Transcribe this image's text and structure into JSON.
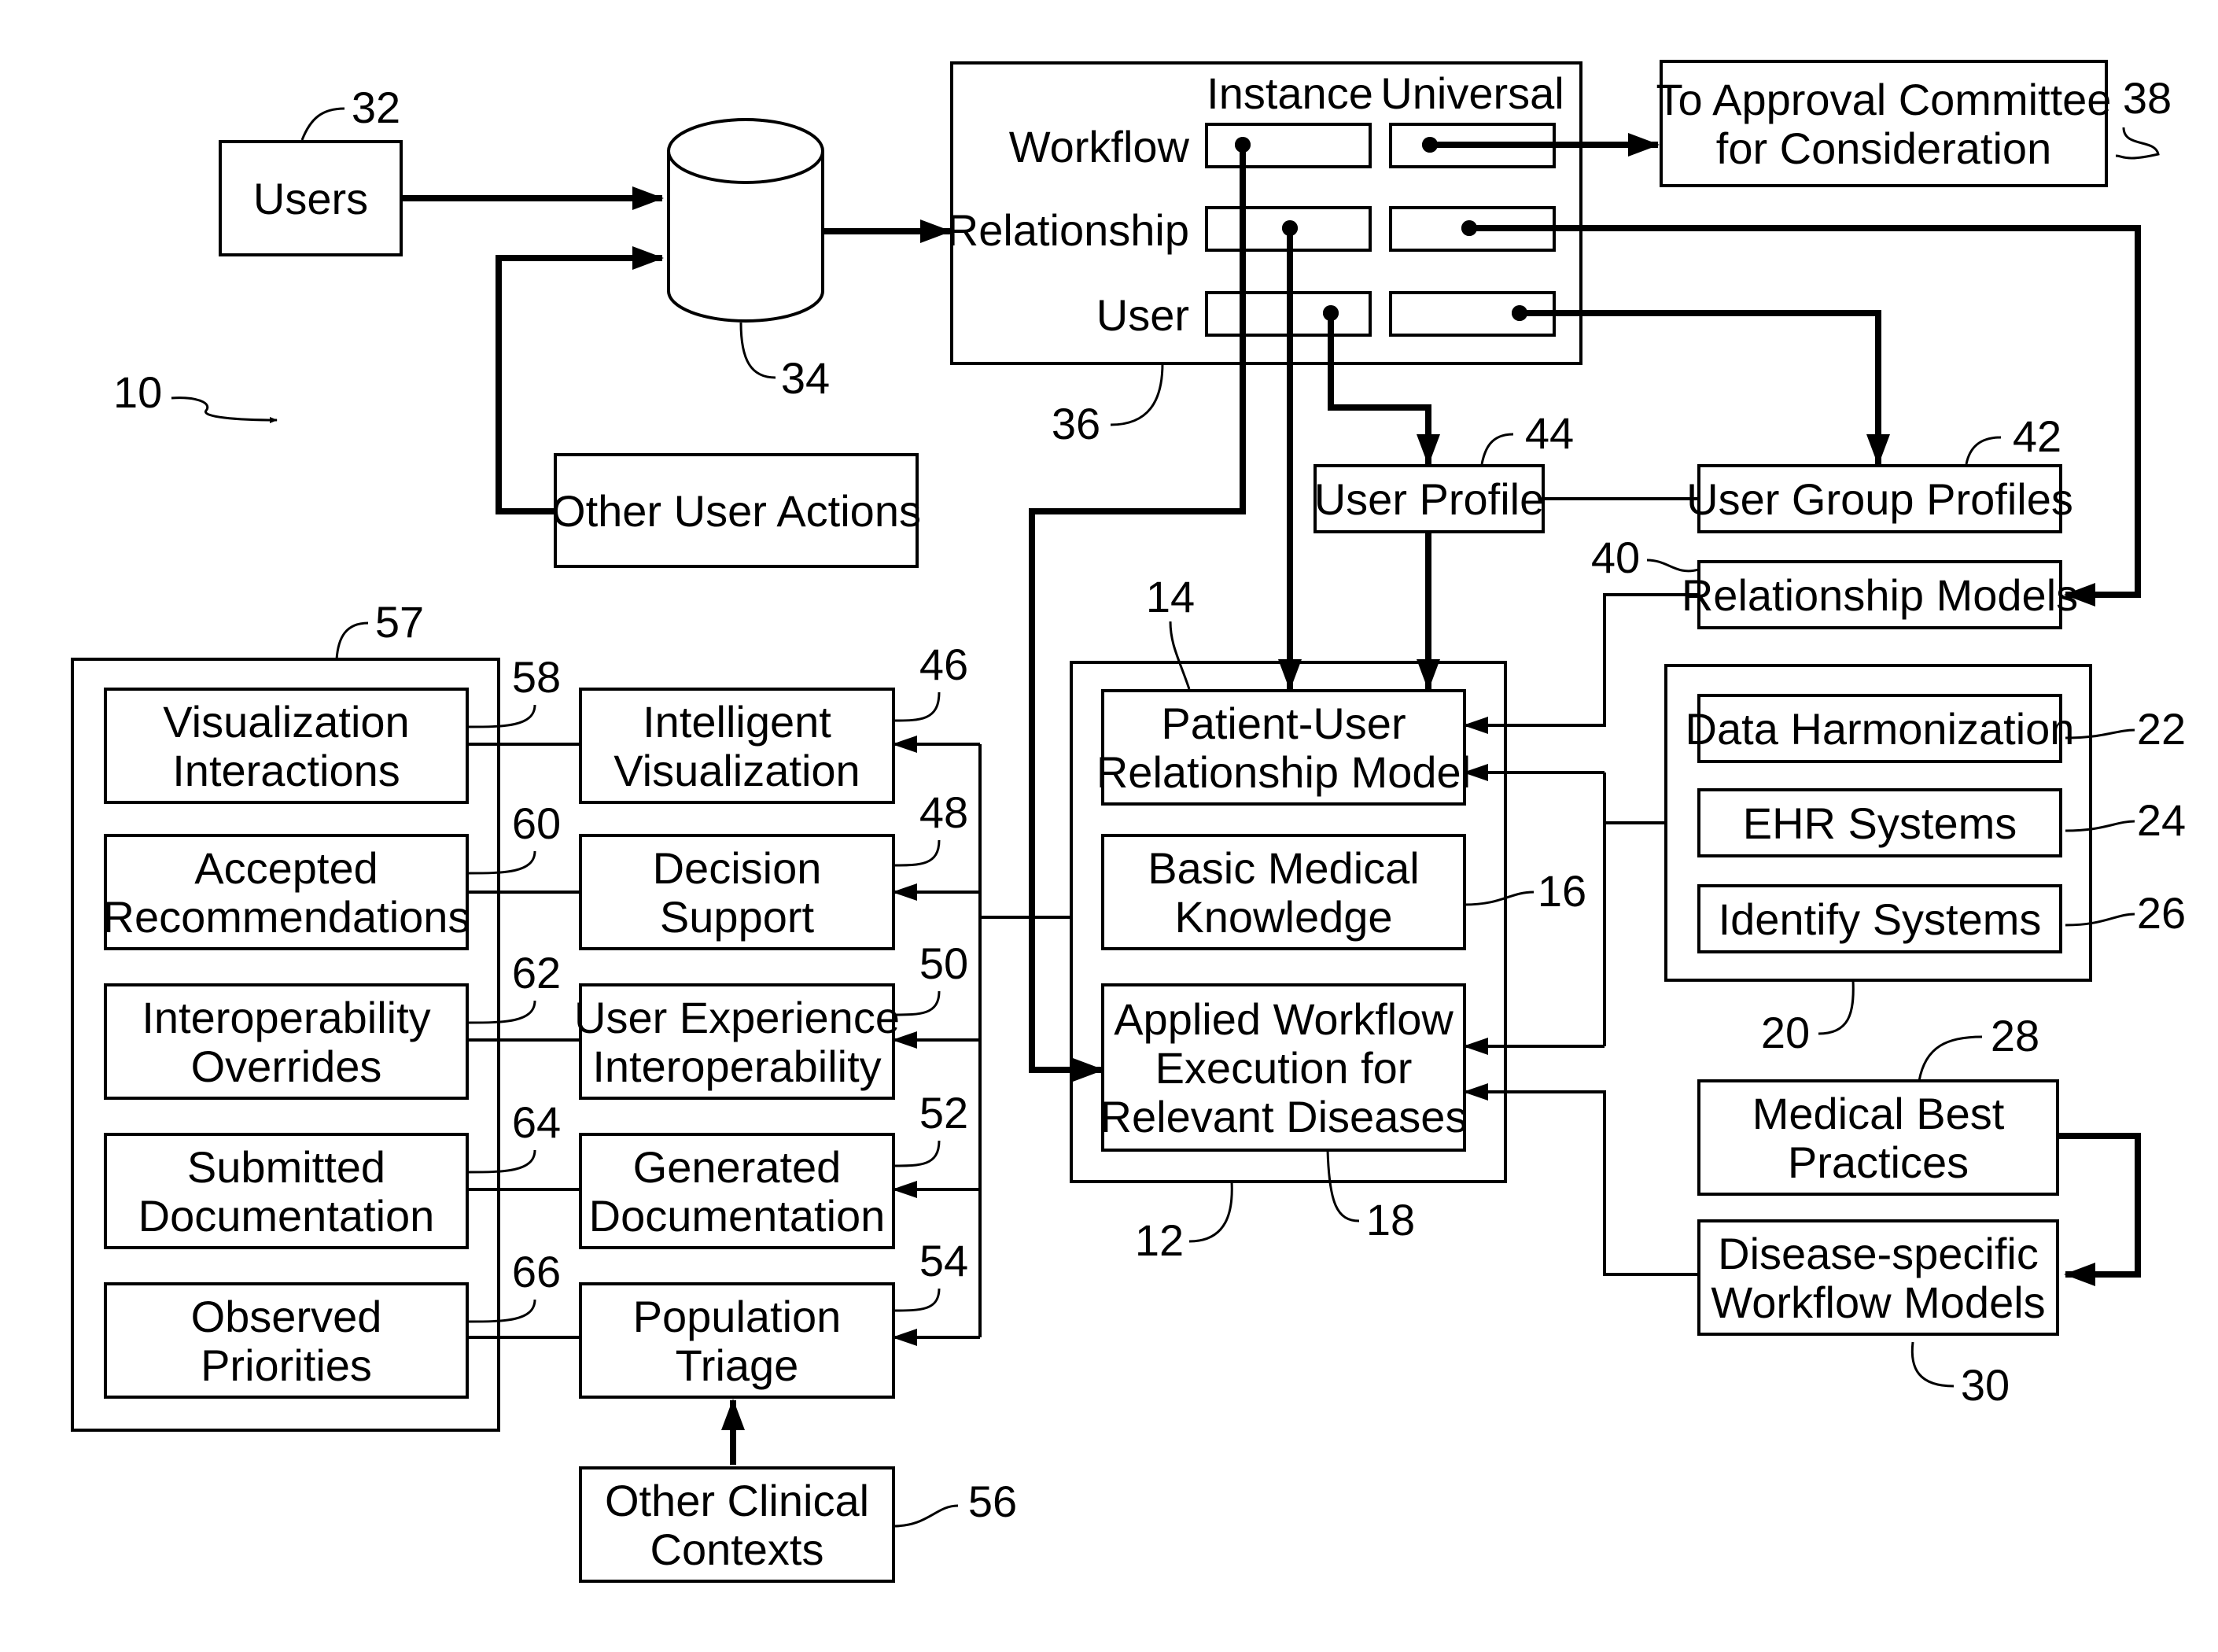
{
  "figure_number": "10",
  "nodes": {
    "users": {
      "lines": [
        "Users"
      ],
      "ref": "32"
    },
    "database": {
      "ref": "34"
    },
    "other_user_actions": {
      "lines": [
        "Other User Actions"
      ]
    },
    "settings_panel": {
      "ref": "36",
      "col_instance": "Instance",
      "col_universal": "Universal",
      "row_workflow": "Workflow",
      "row_relationship": "Relationship",
      "row_user": "User"
    },
    "approval_committee": {
      "lines": [
        "To Approval Committee",
        "for Consideration"
      ],
      "ref": "38"
    },
    "user_profile": {
      "lines": [
        "User Profile"
      ],
      "ref": "44"
    },
    "user_group_profiles": {
      "lines": [
        "User Group Profiles"
      ],
      "ref": "42"
    },
    "relationship_models": {
      "lines": [
        "Relationship Models"
      ],
      "ref": "40"
    },
    "core_container": {
      "ref": "12"
    },
    "patient_user_model": {
      "lines": [
        "Patient-User",
        "Relationship Model"
      ],
      "ref": "14"
    },
    "basic_medical_knowledge": {
      "lines": [
        "Basic Medical",
        "Knowledge"
      ],
      "ref": "16"
    },
    "applied_workflow": {
      "lines": [
        "Applied Workflow",
        "Execution for",
        "Relevant Diseases"
      ],
      "ref": "18"
    },
    "data_container": {
      "ref": "20"
    },
    "data_harmonization": {
      "lines": [
        "Data Harmonization"
      ],
      "ref": "22"
    },
    "ehr_systems": {
      "lines": [
        "EHR Systems"
      ],
      "ref": "24"
    },
    "identify_systems": {
      "lines": [
        "Identify Systems"
      ],
      "ref": "26"
    },
    "medical_best_practices": {
      "lines": [
        "Medical Best",
        "Practices"
      ],
      "ref": "28"
    },
    "disease_workflow_models": {
      "lines": [
        "Disease-specific",
        "Workflow Models"
      ],
      "ref": "30"
    },
    "intelligent_visualization": {
      "lines": [
        "Intelligent",
        "Visualization"
      ],
      "ref": "46"
    },
    "decision_support": {
      "lines": [
        "Decision",
        "Support"
      ],
      "ref": "48"
    },
    "user_experience": {
      "lines": [
        "User Experience",
        "Interoperability"
      ],
      "ref": "50"
    },
    "generated_documentation": {
      "lines": [
        "Generated",
        "Documentation"
      ],
      "ref": "52"
    },
    "population_triage": {
      "lines": [
        "Population",
        "Triage"
      ],
      "ref": "54"
    },
    "other_clinical_contexts": {
      "lines": [
        "Other Clinical",
        "Contexts"
      ],
      "ref": "56"
    },
    "feedback_container": {
      "ref": "57"
    },
    "visualization_interactions": {
      "lines": [
        "Visualization",
        "Interactions"
      ],
      "ref": "58"
    },
    "accepted_recommendations": {
      "lines": [
        "Accepted",
        "Recommendations"
      ],
      "ref": "60"
    },
    "interoperability_overrides": {
      "lines": [
        "Interoperability",
        "Overrides"
      ],
      "ref": "62"
    },
    "submitted_documentation": {
      "lines": [
        "Submitted",
        "Documentation"
      ],
      "ref": "64"
    },
    "observed_priorities": {
      "lines": [
        "Observed",
        "Priorities"
      ],
      "ref": "66"
    }
  }
}
